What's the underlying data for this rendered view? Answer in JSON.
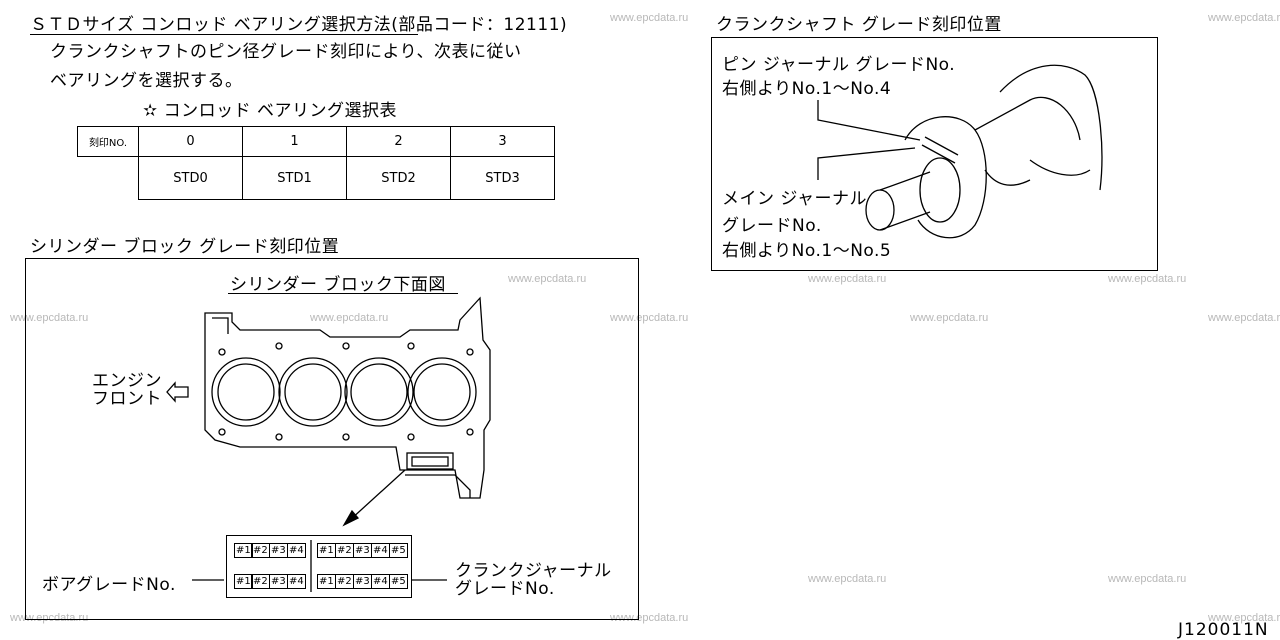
{
  "left": {
    "title": "ＳＴＤサイズ コンロッド ベアリング選択方法(部品コード：12111)",
    "desc_line1": "クランクシャフトのピン径グレード刻印により、次表に従い",
    "desc_line2": "ベアリングを選択する。",
    "table_title": "✫ コンロッド ベアリング選択表",
    "table": {
      "header_label": "刻印NO.",
      "grades": [
        "0",
        "1",
        "2",
        "3"
      ],
      "bearings": [
        "STD0",
        "STD1",
        "STD2",
        "STD3"
      ]
    }
  },
  "cylinder": {
    "title": "シリンダー ブロック グレード刻印位置",
    "box_title": "シリンダー ブロック下面図",
    "engine_front_1": "エンジン",
    "engine_front_2": "フロント",
    "bore_grade": "ボアグレードNo.",
    "crank_journal_1": "クランクジャーナル",
    "crank_journal_2": "グレードNo.",
    "cells_left": [
      "#1",
      "#2",
      "#3",
      "#4"
    ],
    "cells_right": [
      "#1",
      "#2",
      "#3",
      "#4",
      "#5"
    ]
  },
  "crank": {
    "title": "クランクシャフト グレード刻印位置",
    "pin_1": "ピン ジャーナル グレードNo.",
    "pin_2": "右側よりNo.1～No.4",
    "main_1": "メイン ジャーナル",
    "main_2": "グレードNo.",
    "main_3": "右側よりNo.1～No.5"
  },
  "figure_code": "J120011N",
  "watermark": "www.epcdata.ru"
}
